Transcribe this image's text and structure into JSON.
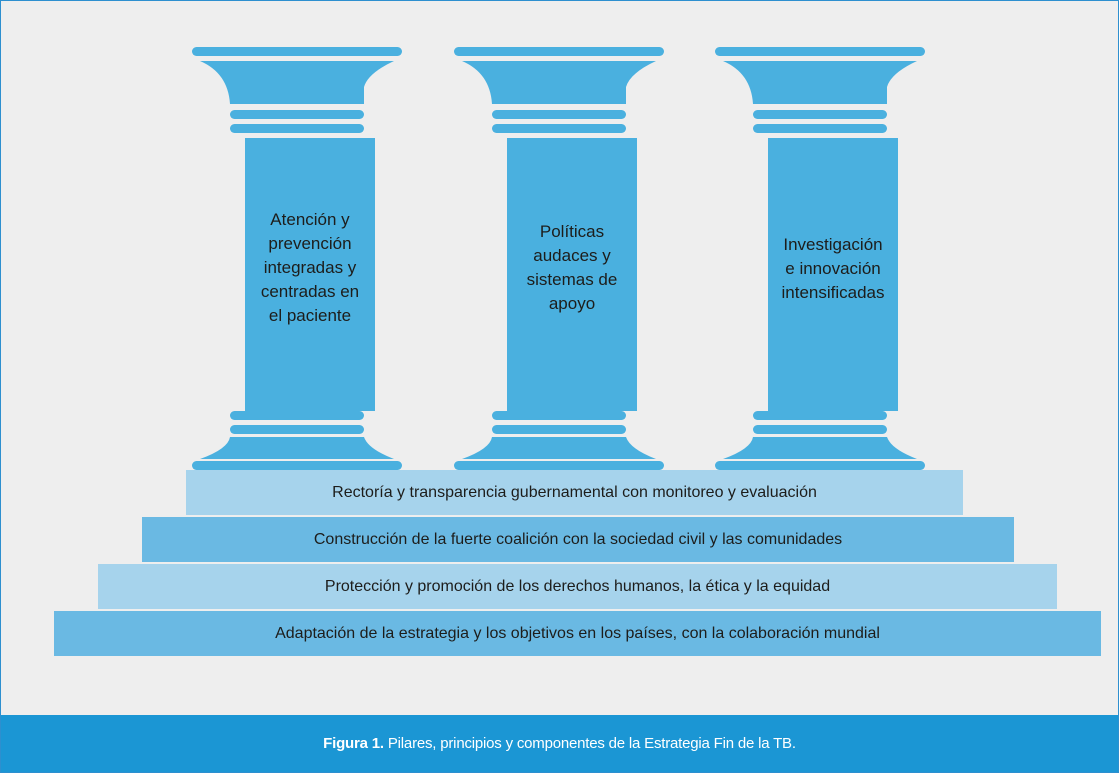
{
  "colors": {
    "frame_border": "#2d8fcf",
    "background": "#eeeeee",
    "pillar": "#4ab0df",
    "step_light": "#a6d3ec",
    "step_dark": "#6ab9e3",
    "caption_bar": "#1b96d4"
  },
  "pillars": [
    {
      "label": "Atención y\nprevención\nintegradas y\ncentradas en\nel paciente"
    },
    {
      "label": "Políticas\naudaces y\nsistemas de\napoyo"
    },
    {
      "label": "Investigación\ne innovación\nintensificadas"
    }
  ],
  "steps": [
    {
      "label": "Rectoría y transparencia gubernamental con monitoreo y evaluación"
    },
    {
      "label": "Construcción de la fuerte coalición con la sociedad civil y las comunidades"
    },
    {
      "label": "Protección y promoción de los derechos humanos, la ética y la equidad"
    },
    {
      "label": "Adaptación de la estrategia y los objetivos en los países, con la colaboración mundial"
    }
  ],
  "caption": {
    "label": "Figura 1.",
    "text": "Pilares, principios y componentes de la Estrategia Fin de la TB."
  }
}
